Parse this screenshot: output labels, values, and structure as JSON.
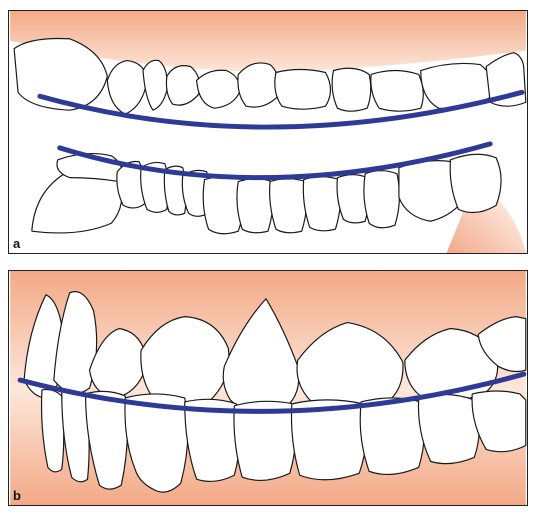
{
  "panels": [
    {
      "id": "a",
      "label": "a",
      "description_curves": 2
    },
    {
      "id": "b",
      "label": "b",
      "description_curves": 1
    }
  ],
  "colors": {
    "gum": "#f3a987",
    "gum_light": "#fde7da",
    "arch_line": "#2e3a96",
    "tooth_outline": "#1a1a1a"
  }
}
